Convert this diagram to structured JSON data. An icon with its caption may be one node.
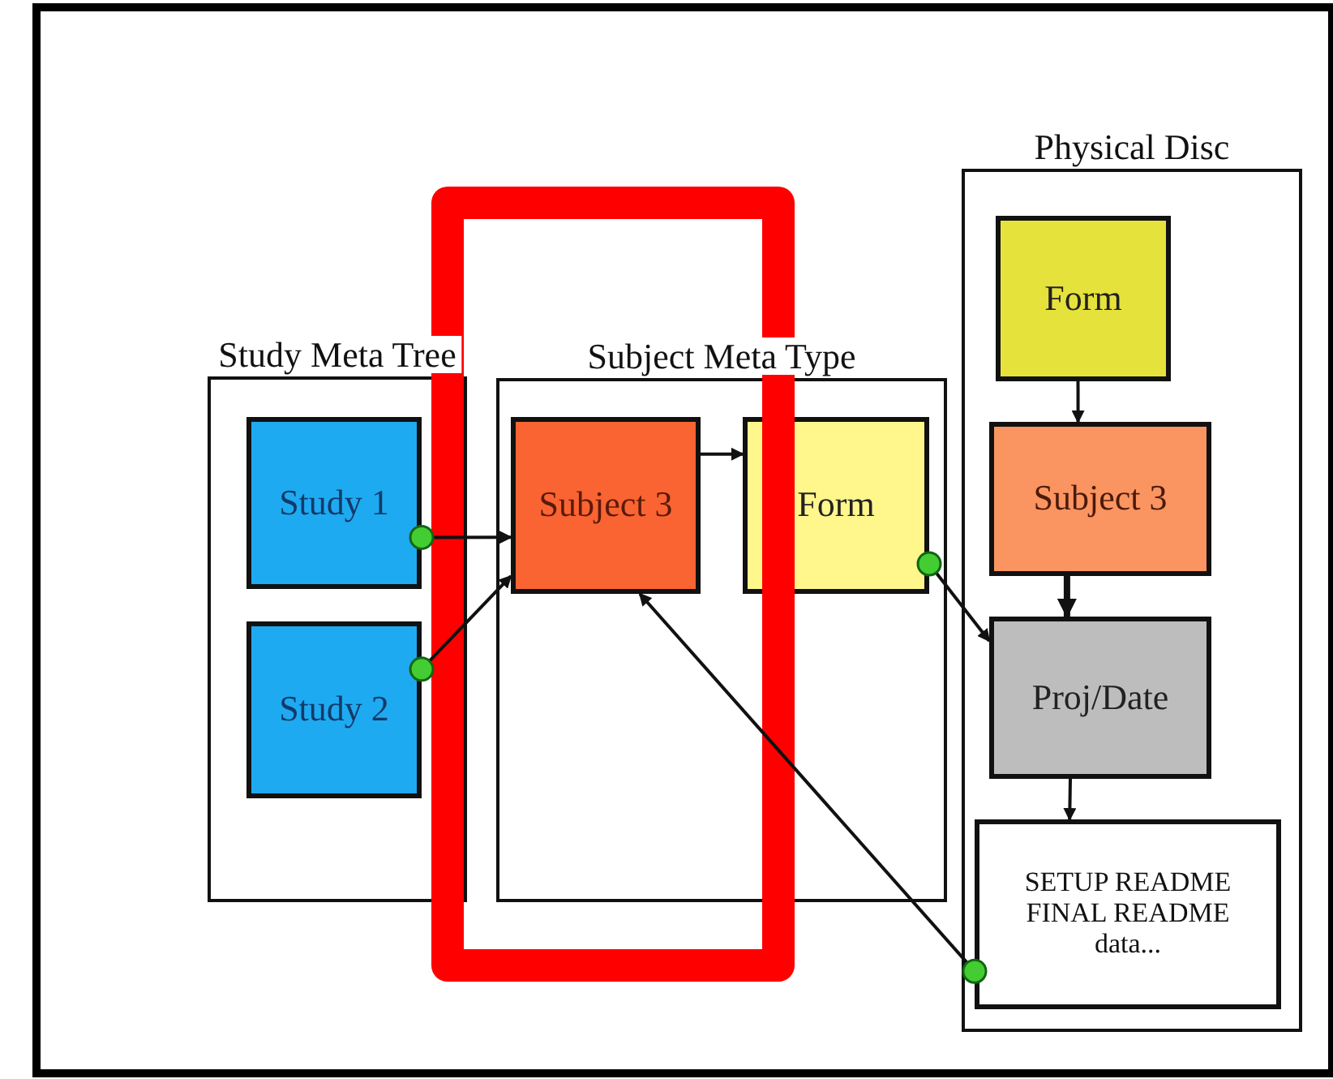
{
  "diagram": {
    "nodes": [
      {
        "text": [
          "Study Meta Tree"
        ]
      },
      {
        "text": [
          "Study 1"
        ],
        "in": 0
      },
      {
        "text": [
          "Study 2"
        ],
        "in": 0
      },
      {
        "text": [
          "Subject Meta Type"
        ]
      },
      {
        "text": [
          "Subject 3"
        ],
        "in": 3
      },
      {
        "text": [
          "Form"
        ],
        "in": 3
      },
      {
        "text": [
          "Physical Disc"
        ]
      },
      {
        "text": [
          "Form"
        ],
        "in": 6
      },
      {
        "text": [
          "Subject 3"
        ],
        "in": 6
      },
      {
        "text": [
          "Proj/Date"
        ],
        "in": 6
      },
      {
        "text": [
          "SETUP README",
          "FINAL README",
          "data..."
        ],
        "in": 6
      }
    ],
    "edges": [
      {
        "from": 1,
        "to": 4,
        "arrow": "to"
      },
      {
        "from": 2,
        "to": 4,
        "arrow": "to"
      },
      {
        "from": 4,
        "to": 5,
        "arrow": "to"
      },
      {
        "from": 5,
        "to": 9,
        "arrow": "to"
      },
      {
        "from": 10,
        "to": 4,
        "arrow": "to"
      },
      {
        "from": 7,
        "to": 8,
        "arrow": "to"
      },
      {
        "from": 8,
        "to": 9,
        "arrow": "to",
        "style": "thick"
      },
      {
        "from": 9,
        "to": 10,
        "arrow": "to"
      }
    ]
  }
}
